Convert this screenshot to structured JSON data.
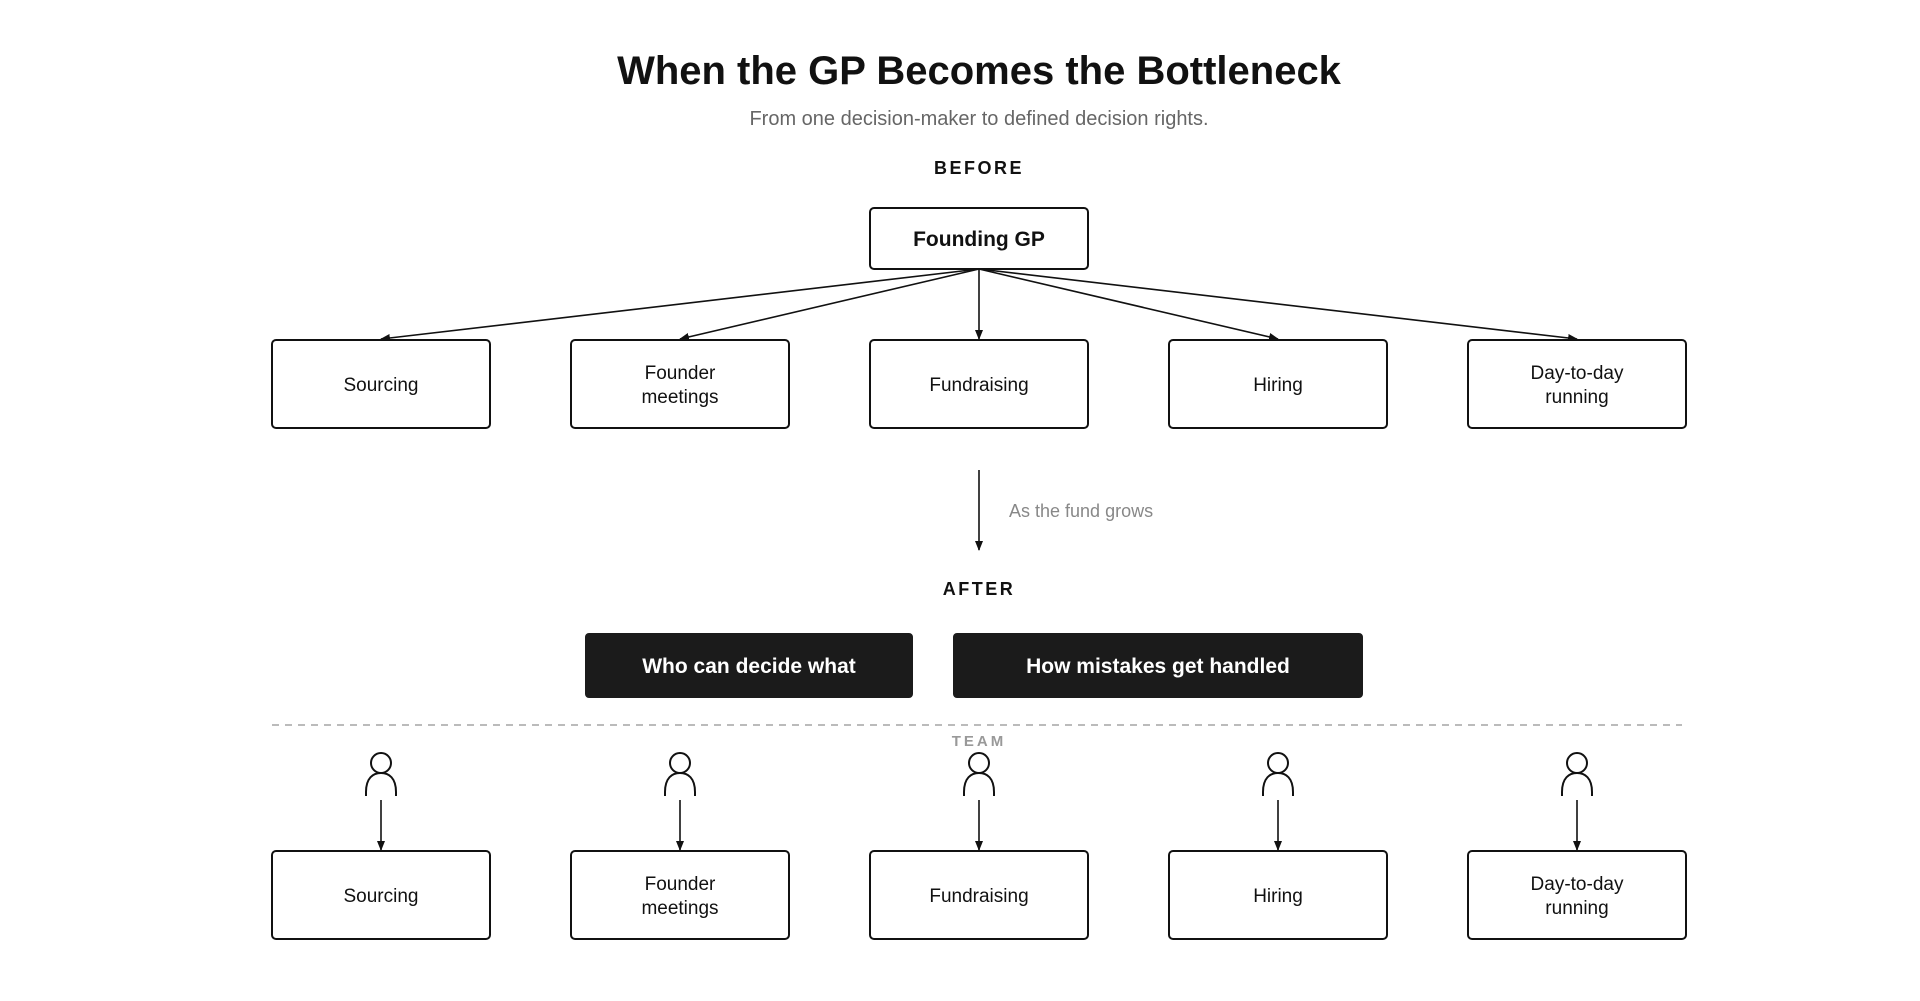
{
  "title": "When the GP Becomes the Bottleneck",
  "subtitle": "From one decision-maker to defined decision rights.",
  "before": {
    "label": "BEFORE",
    "root": "Founding GP",
    "functions": [
      [
        "Sourcing"
      ],
      [
        "Founder",
        "meetings"
      ],
      [
        "Fundraising"
      ],
      [
        "Hiring"
      ],
      [
        "Day-to-day",
        "running"
      ]
    ]
  },
  "transition": {
    "note": "As the fund grows"
  },
  "after": {
    "label": "AFTER",
    "principles": [
      "Who can decide what",
      "How mistakes get handled"
    ],
    "team_label": "TEAM",
    "owner_icon": "person-icon",
    "functions": [
      [
        "Sourcing"
      ],
      [
        "Founder",
        "meetings"
      ],
      [
        "Fundraising"
      ],
      [
        "Hiring"
      ],
      [
        "Day-to-day",
        "running"
      ]
    ]
  },
  "colors": {
    "ink": "#111111",
    "principle_fill": "#1b1b1b",
    "muted_text": "#666666",
    "note_text": "#888888",
    "divider": "#bbbbbb",
    "team_label": "#999999"
  }
}
